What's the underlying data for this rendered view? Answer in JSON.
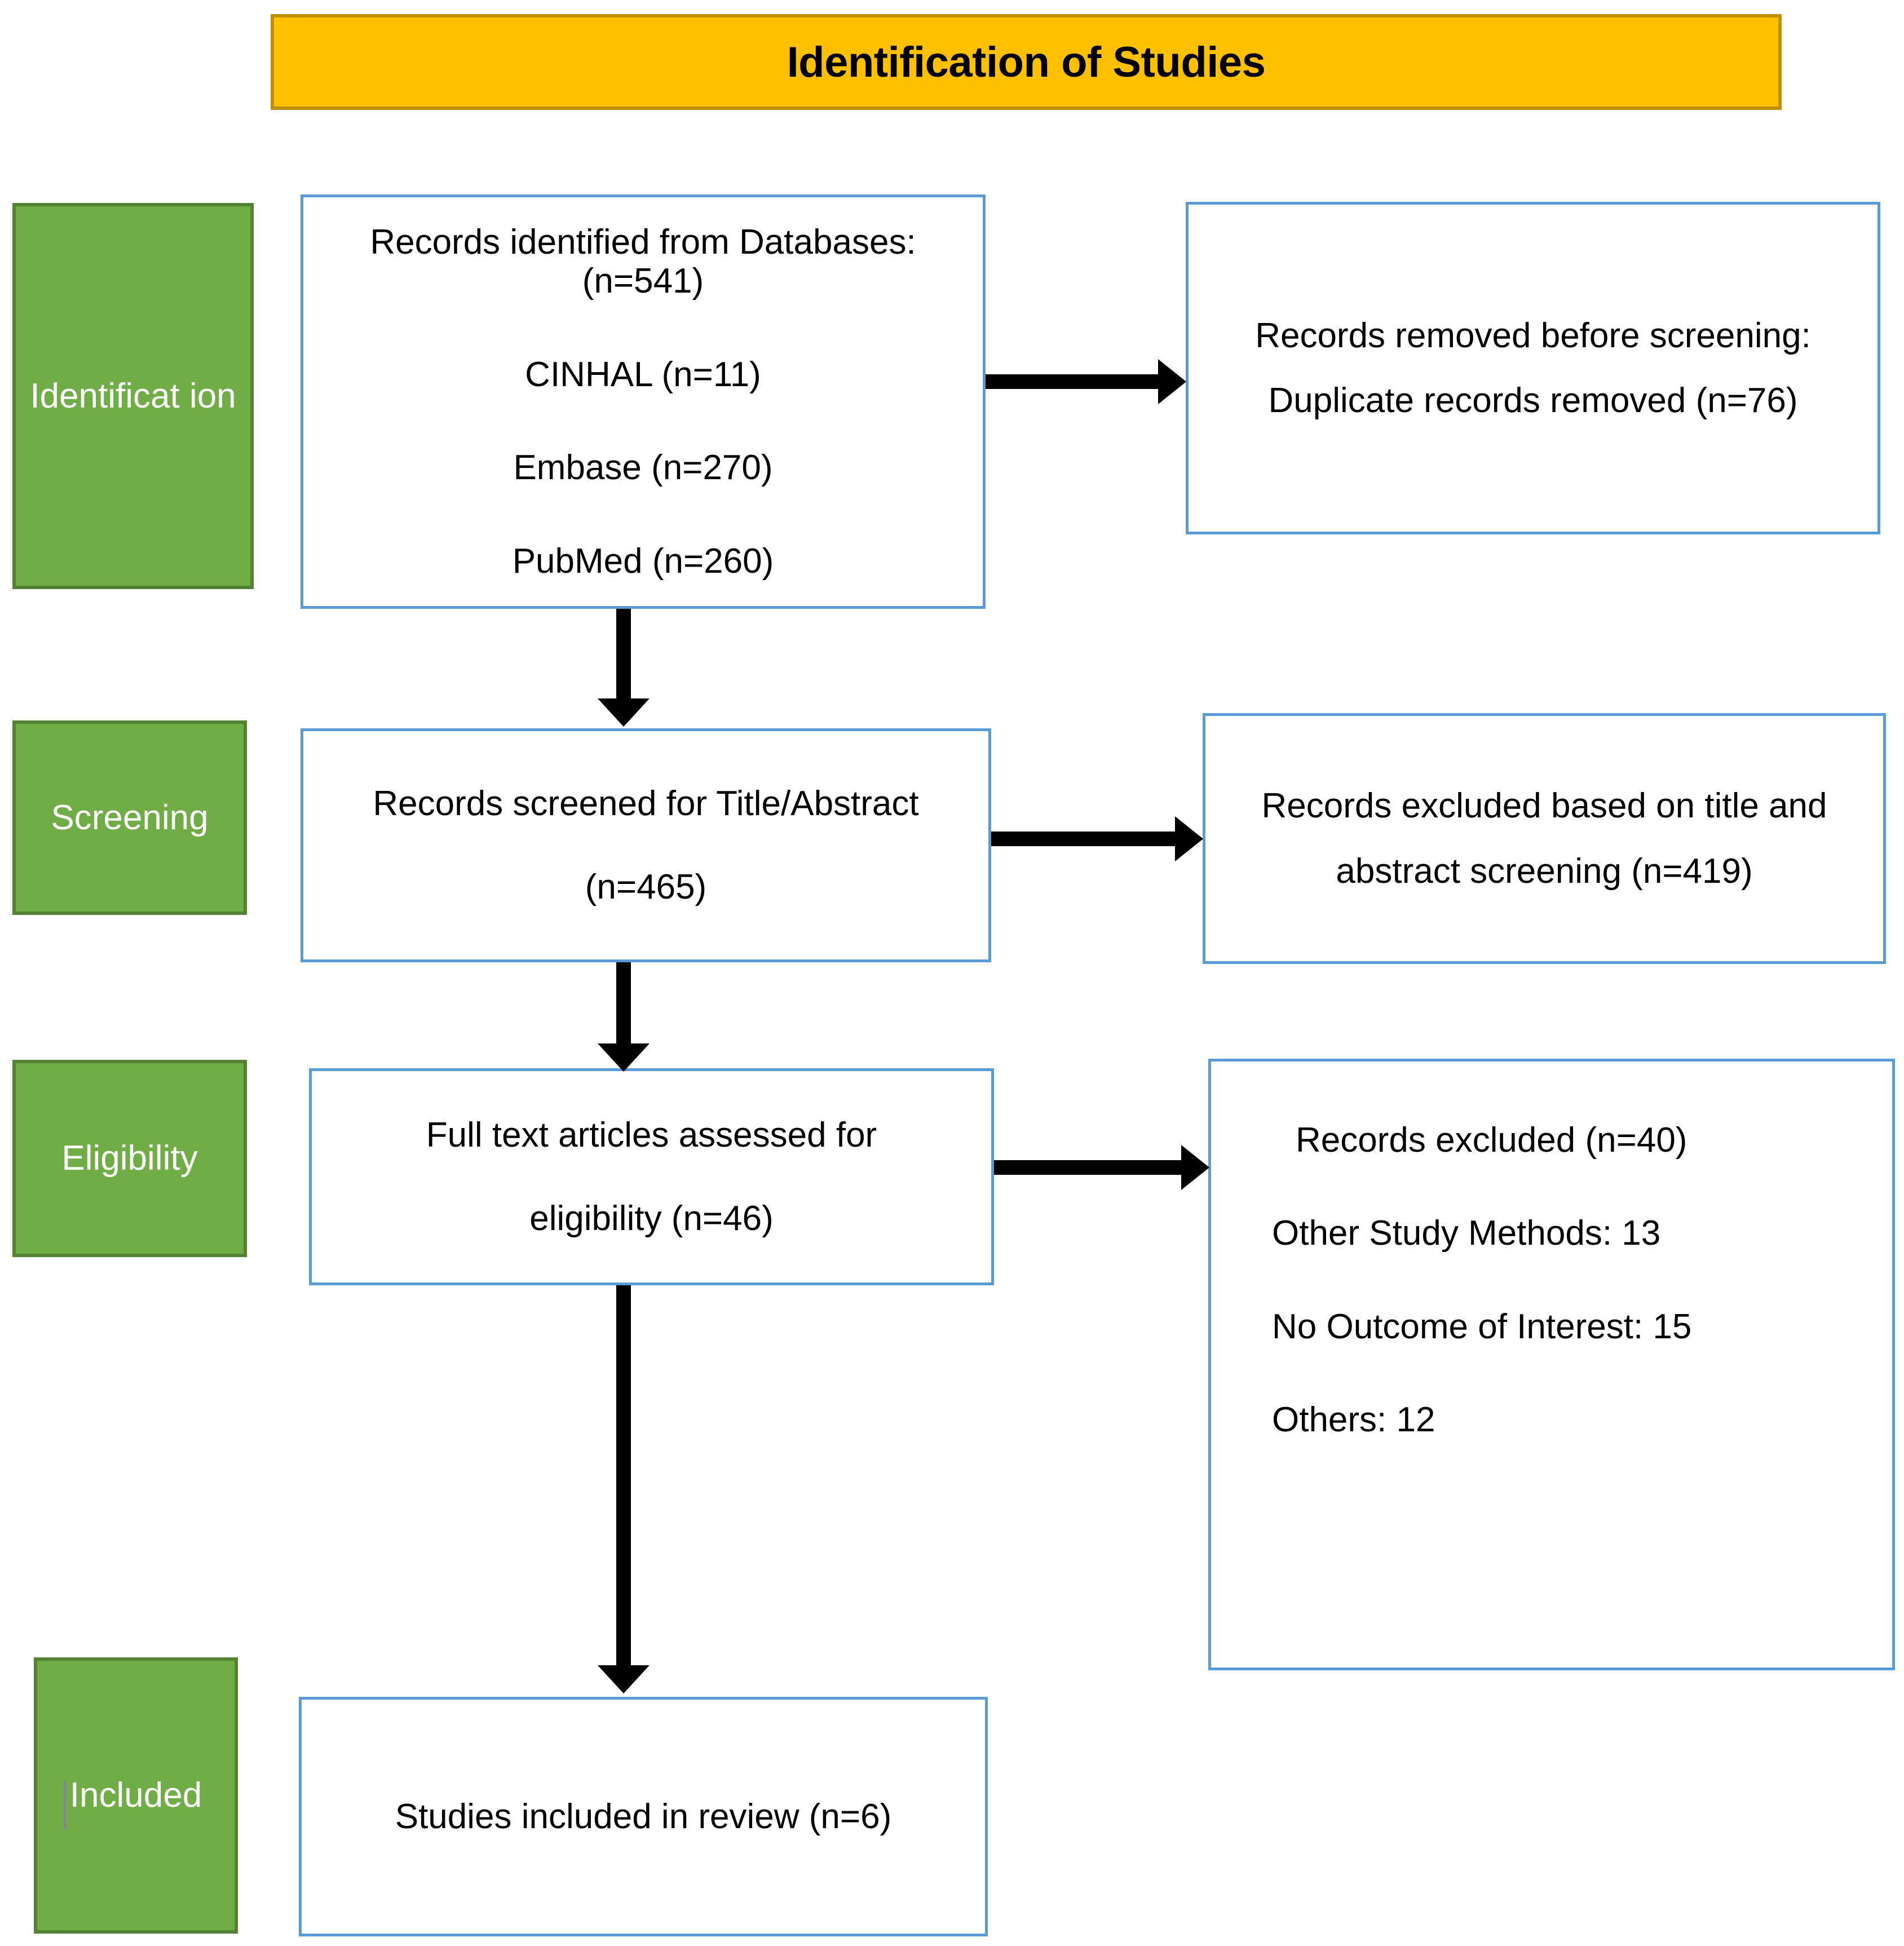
{
  "banner": {
    "title": "Identification of Studies",
    "fill_color": "#FFC000",
    "border_color": "#BF8F00"
  },
  "theme": {
    "stage_fill": "#70AD47",
    "stage_border": "#548235",
    "box_border": "#5B9BD5",
    "arrow_color": "#000000",
    "text_color": "#000000",
    "stage_text_color": "#FFFFFF"
  },
  "stages": [
    {
      "name": "identification",
      "label": "Identificat ion"
    },
    {
      "name": "screening",
      "label": "Screening"
    },
    {
      "name": "eligibility",
      "label": "Eligibility"
    },
    {
      "name": "included",
      "label": "Included"
    }
  ],
  "boxes": {
    "identified": {
      "lines": [
        "Records identified from Databases:",
        "(n=541)",
        "CINHAL (n=11)",
        "Embase (n=270)",
        "PubMed (n=260)"
      ]
    },
    "duplicates_removed": {
      "lines": [
        "Records removed before screening:",
        "Duplicate records removed (n=76)"
      ]
    },
    "screened": {
      "lines": [
        "Records screened for Title/Abstract",
        "(n=465)"
      ]
    },
    "excluded_title_abstract": {
      "lines": [
        "Records excluded based on title and",
        "abstract screening (n=419)"
      ]
    },
    "full_text_assessed": {
      "lines": [
        "Full text articles assessed for",
        "eligibility (n=46)"
      ]
    },
    "excluded_full_text": {
      "lines": [
        "Records excluded (n=40)",
        "Other Study Methods: 13",
        "No Outcome of Interest: 15",
        "Others: 12"
      ]
    },
    "included_studies": {
      "lines": [
        "Studies included in review (n=6)"
      ]
    }
  },
  "flow_data": {
    "type": "prisma-flow",
    "records_identified_total": 541,
    "sources": [
      {
        "name": "CINHAL",
        "n": 11
      },
      {
        "name": "Embase",
        "n": 270
      },
      {
        "name": "PubMed",
        "n": 260
      }
    ],
    "duplicates_removed": 76,
    "records_screened": 465,
    "excluded_title_abstract": 419,
    "full_text_assessed": 46,
    "full_text_excluded_total": 40,
    "full_text_exclusion_reasons": [
      {
        "reason": "Other Study Methods",
        "n": 13
      },
      {
        "reason": "No Outcome of Interest",
        "n": 15
      },
      {
        "reason": "Others",
        "n": 12
      }
    ],
    "studies_included": 6
  }
}
